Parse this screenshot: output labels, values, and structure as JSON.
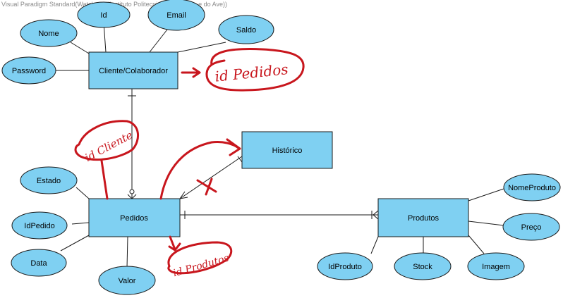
{
  "watermark": "Visual Paradigm Standard(Watchmen(Instituto Politecnico do Cavado e do Ave))",
  "colors": {
    "entity_fill": "#7fd0f2",
    "attribute_fill": "#7fd0f2",
    "outline": "#1a1a1a",
    "annotation": "#c8161d"
  },
  "entities": {
    "cliente": "Cliente/Colaborador",
    "historico": "Histórico",
    "pedidos": "Pedidos",
    "produtos": "Produtos"
  },
  "attributes": {
    "id": "Id",
    "email": "Email",
    "nome": "Nome",
    "saldo": "Saldo",
    "password": "Password",
    "estado": "Estado",
    "idpedido": "IdPedido",
    "data": "Data",
    "valor": "Valor",
    "nomeproduto": "NomeProduto",
    "preco": "Preço",
    "idproduto": "IdProduto",
    "stock": "Stock",
    "imagem": "Imagem"
  },
  "handwritten": {
    "idpedidos": "id Pedidos",
    "idcliente": "id Cliente",
    "idprodutos": "id Produtos"
  }
}
